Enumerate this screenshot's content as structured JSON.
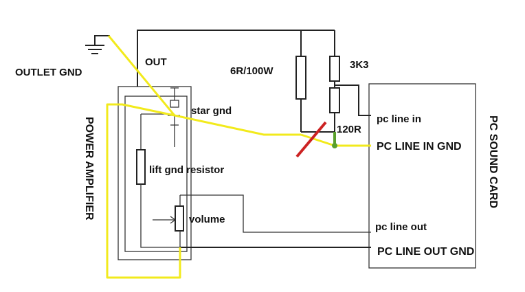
{
  "labels": {
    "outlet_gnd": "OUTLET GND",
    "out": "OUT",
    "resistor_6r": "6R/100W",
    "resistor_3k3": "3K3",
    "resistor_120r": "120R",
    "star_gnd": "star gnd",
    "lift_gnd_resistor": "lift gnd resistor",
    "volume": "volume",
    "pc_line_in": "pc line in",
    "pc_line_in_gnd": "PC LINE IN GND",
    "pc_line_out": "pc line out",
    "pc_line_out_gnd": "PC LINE OUT GND",
    "power_amplifier": "POWER AMPLIFIER",
    "pc_sound_card": "PC SOUND CARD"
  },
  "colors": {
    "ground_wire": "#f2ea1c",
    "cut_mark": "#cc2222",
    "junction": "#5aa02c",
    "wire": "#222222"
  },
  "icons": {
    "earth": "earth-ground-icon",
    "cut": "cut-mark-icon",
    "junction": "junction-dot-icon"
  }
}
